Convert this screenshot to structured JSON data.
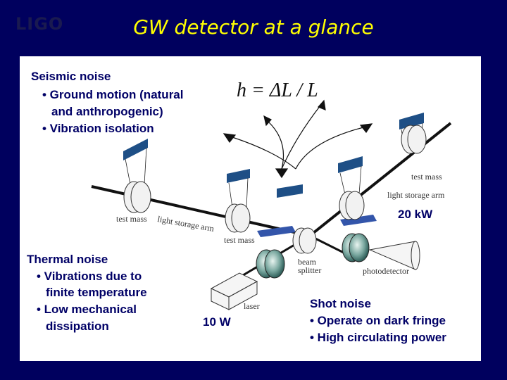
{
  "slide": {
    "logo": "LIGO",
    "title": "GW detector at a glance",
    "formula": "h = ΔL / L"
  },
  "seismic": {
    "heading": "Seismic noise",
    "bullets": [
      "• Ground motion (natural",
      "and anthropogenic)",
      "•  Vibration isolation"
    ]
  },
  "thermal": {
    "heading": "Thermal noise",
    "bullets": [
      "• Vibrations due to",
      "finite temperature",
      "• Low mechanical",
      "dissipation"
    ]
  },
  "shot": {
    "heading": "Shot noise",
    "bullets": [
      "• Operate on dark fringe",
      "• High circulating power"
    ]
  },
  "powers": {
    "laser_power": "10 W",
    "arm_power": "20 kW"
  },
  "diagram_labels": {
    "test_mass_right": "test mass",
    "light_storage_arm_right": "light storage arm",
    "test_mass_left": "test mass",
    "light_storage_arm_left": "light storage arm",
    "test_mass_center": "test mass",
    "beam_splitter": "beam splitter",
    "photodetector": "photodetector",
    "laser": "laser"
  }
}
